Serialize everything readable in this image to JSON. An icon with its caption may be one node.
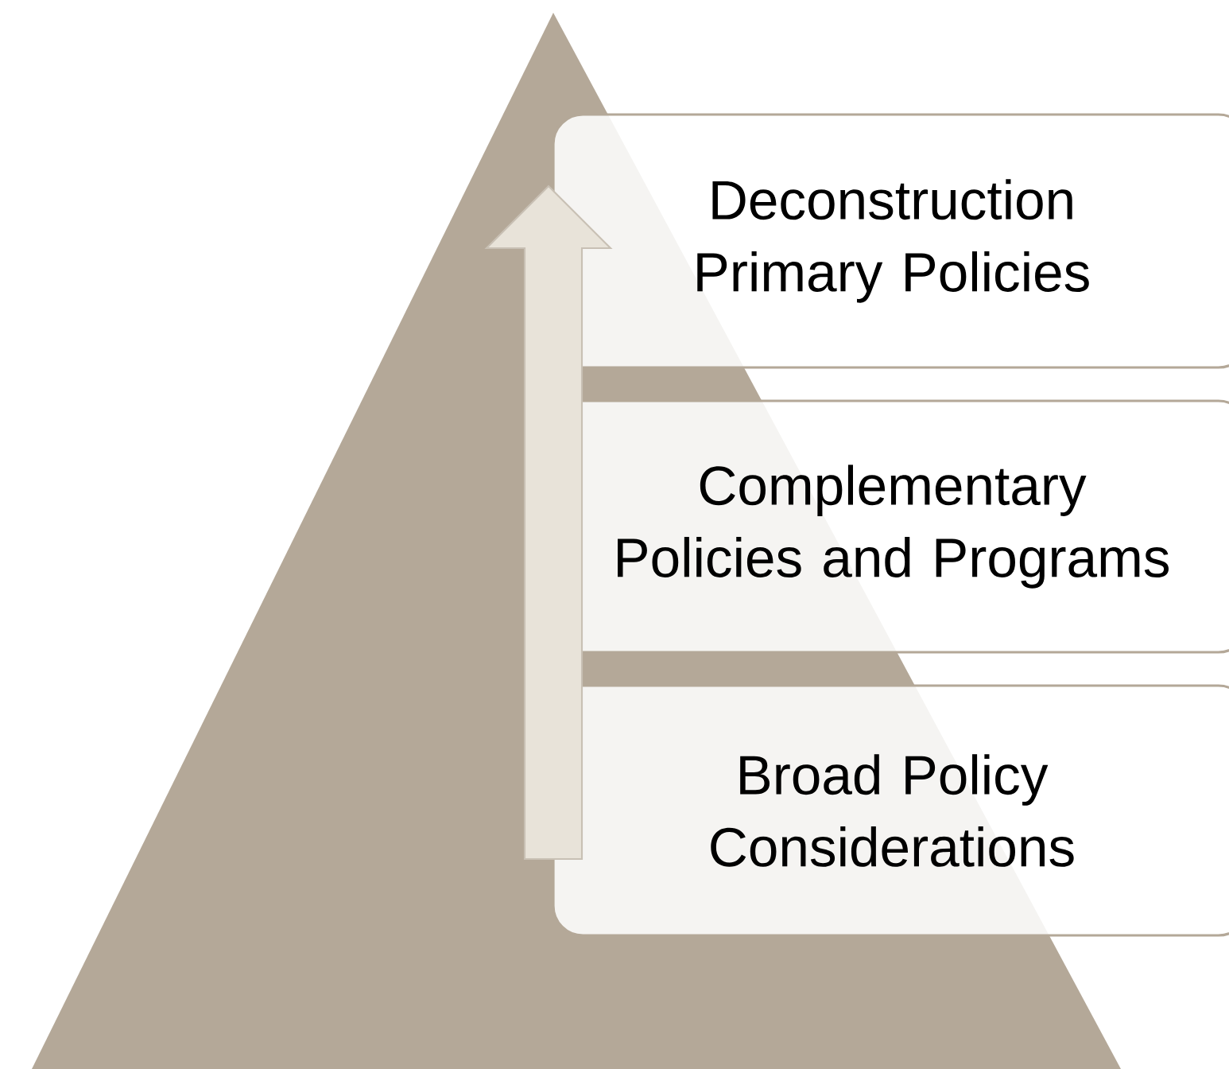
{
  "diagram": {
    "nodes": [
      {
        "text": [
          "Deconstruction Primary Policies"
        ]
      },
      {
        "text": [
          "Complementary Policies and Programs"
        ]
      },
      {
        "text": [
          "Broad Policy Considerations"
        ]
      }
    ]
  }
}
